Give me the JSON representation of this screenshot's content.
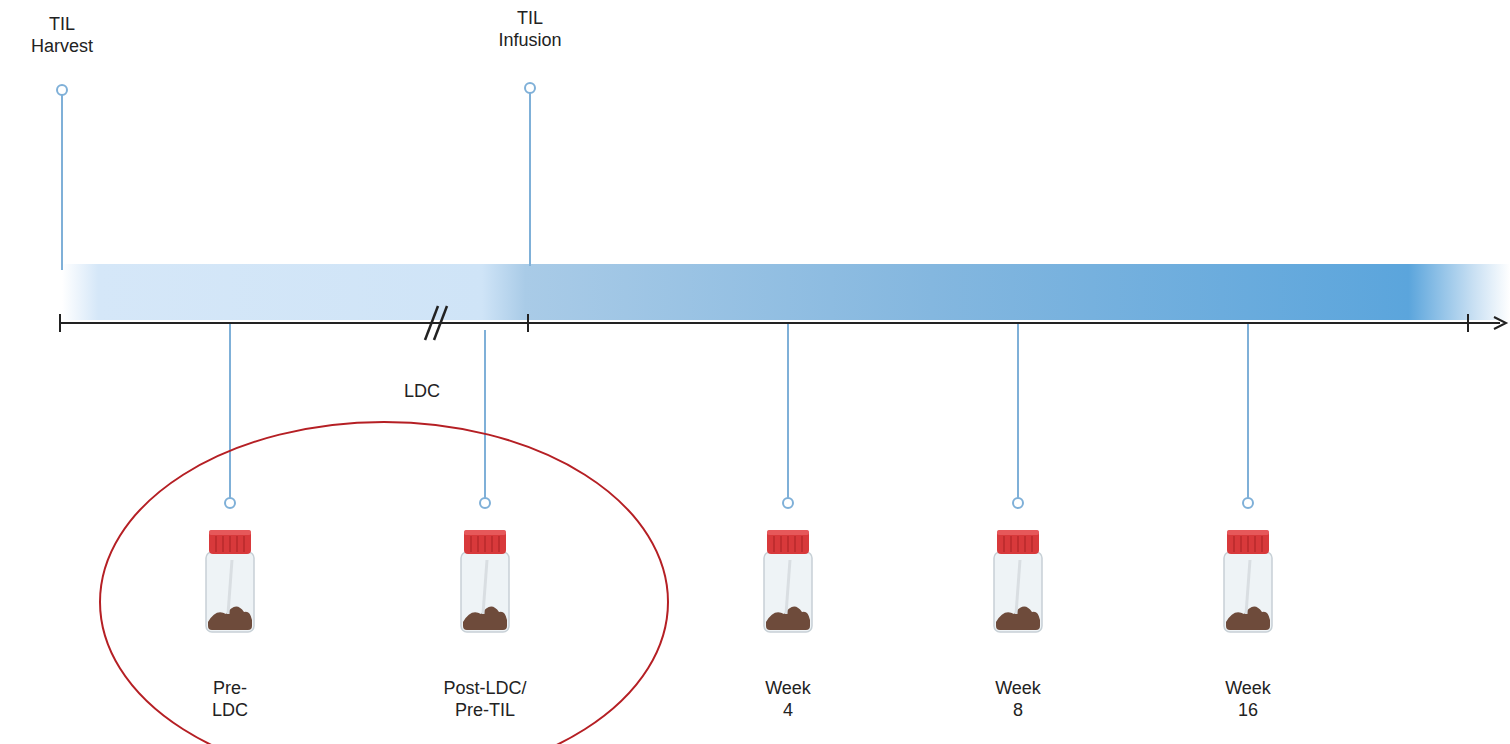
{
  "diagram": {
    "labels": [
      "TIL Harvest",
      "TIL Infusion",
      "LDC",
      "Pre- LDC",
      "Post-LDC/ Pre-TIL",
      "Week 4",
      "Week 8",
      "Week 16"
    ]
  }
}
